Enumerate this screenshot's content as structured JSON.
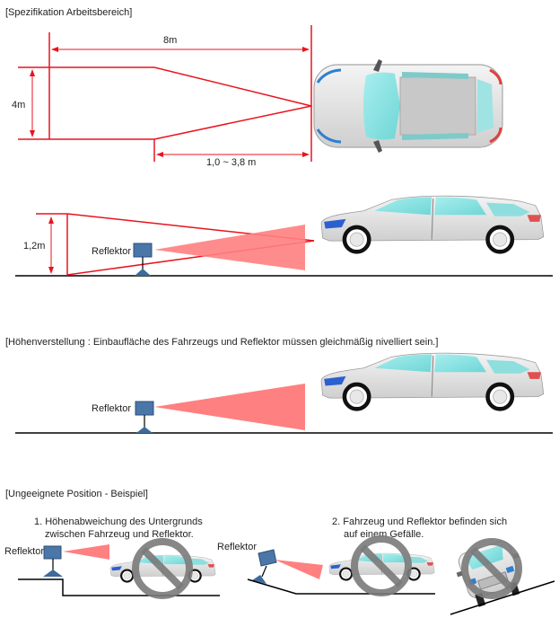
{
  "sections": {
    "spec": {
      "heading": "[Spezifikation Arbeitsbereich]",
      "length_label": "8m",
      "width_label": "4m",
      "distance_label": "1,0 ~ 3,8 m",
      "height_label": "1,2m",
      "reflector_label": "Reflektor"
    },
    "leveling": {
      "heading": "[Höhenverstellung : Einbaufläche des Fahrzeugs und Reflektor müssen gleichmäßig nivelliert sein.]",
      "reflector_label": "Reflektor"
    },
    "improper": {
      "heading": "[Ungeeignete Position - Beispiel]",
      "example1_line1": "1. Höhenabweichung des Untergrunds",
      "example1_line2": "zwischen Fahrzeug und Reflektor.",
      "example1_reflector_label": "Reflektor",
      "example2_line1": "2. Fahrzeug und Reflektor befinden sich",
      "example2_line2": "auf einem Gefälle.",
      "example2_reflector_label": "Reflektor"
    }
  },
  "colors": {
    "dimension_red": "#e8141e",
    "beam_pink": "#ff8080",
    "reflector_blue": "#4a76a8",
    "ground": "#000000",
    "prohibition_gray": "#7a7a7a"
  }
}
